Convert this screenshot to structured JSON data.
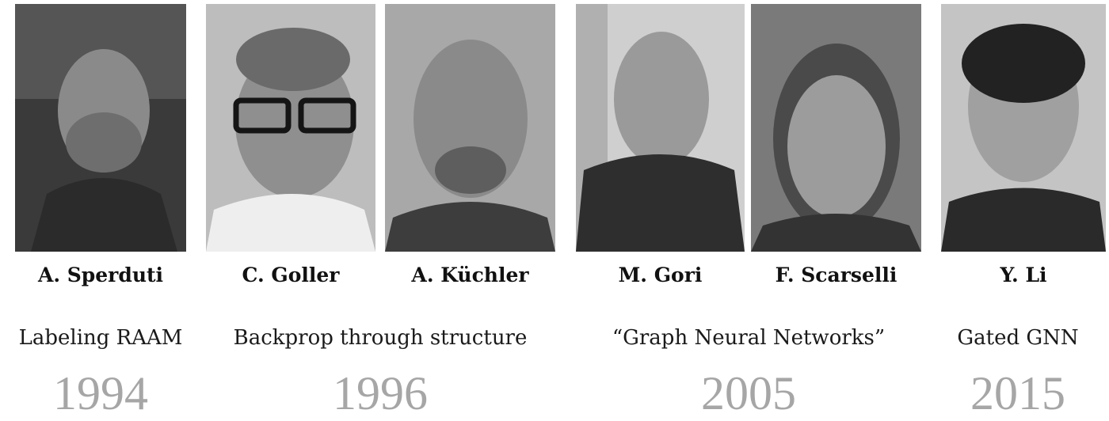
{
  "people": [
    {
      "name": "A. Sperduti",
      "photo_icon": "portrait-photo"
    },
    {
      "name": "C. Goller",
      "photo_icon": "portrait-photo"
    },
    {
      "name": "A. Küchler",
      "photo_icon": "portrait-photo"
    },
    {
      "name": "M. Gori",
      "photo_icon": "portrait-photo"
    },
    {
      "name": "F. Scarselli",
      "photo_icon": "portrait-photo"
    },
    {
      "name": "Y. Li",
      "photo_icon": "portrait-photo"
    }
  ],
  "milestones": [
    {
      "title": "Labeling RAAM",
      "year": "1994"
    },
    {
      "title": "Backprop through structure",
      "year": "1996"
    },
    {
      "title": "“Graph Neural Networks”",
      "year": "2005"
    },
    {
      "title": "Gated GNN",
      "year": "2015"
    }
  ],
  "colors": {
    "name_text": "#111111",
    "title_text": "#1a1a1a",
    "year_text": "#a6a6a6",
    "background": "#ffffff"
  }
}
